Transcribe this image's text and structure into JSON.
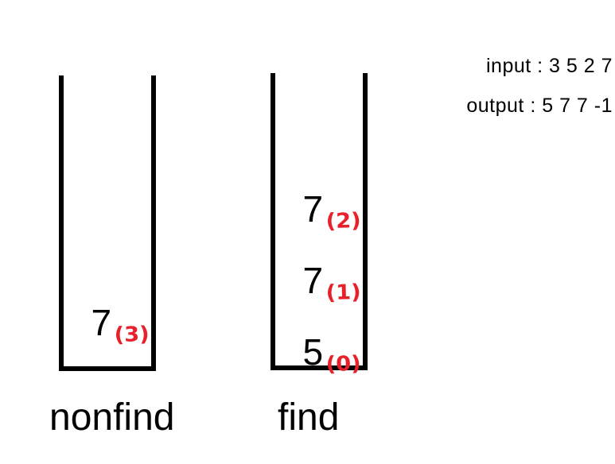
{
  "annotations": {
    "input_line": "input : 3 5 2 7",
    "output_line": "output : 5 7 7 -1"
  },
  "colors": {
    "stroke": "#000000",
    "index_red": "#e8202a",
    "background": "#ffffff"
  },
  "stacks": [
    {
      "id": "nonfind",
      "label": "nonfind",
      "items": [
        {
          "value": "7",
          "index": "(3)"
        }
      ]
    },
    {
      "id": "find",
      "label": "find",
      "items": [
        {
          "value": "7",
          "index": "(2)"
        },
        {
          "value": "7",
          "index": "(1)"
        },
        {
          "value": "5",
          "index": "(0)"
        }
      ]
    }
  ]
}
